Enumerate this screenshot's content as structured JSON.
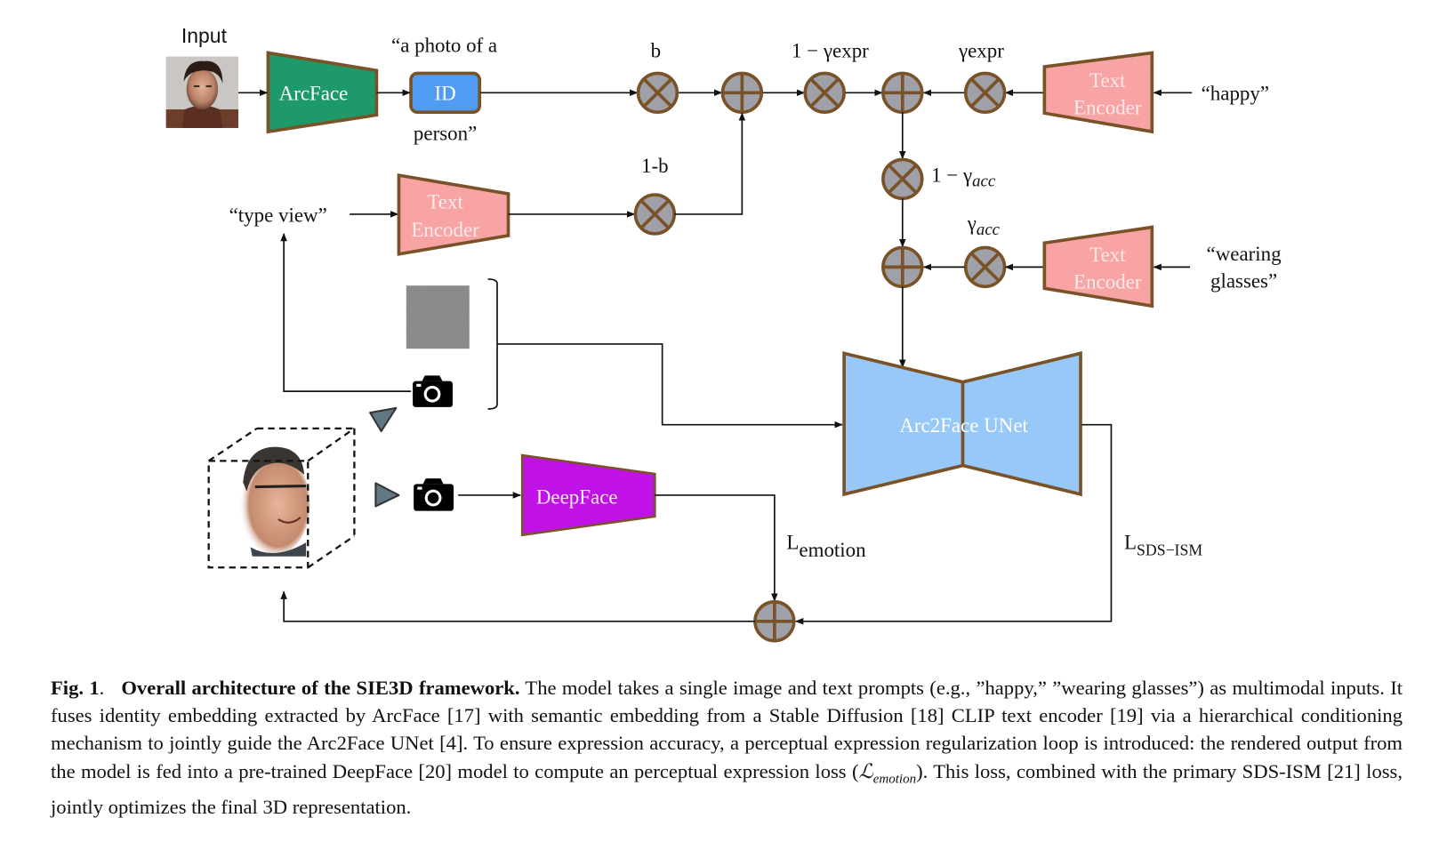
{
  "figure": {
    "input_label": "Input",
    "id_prompt_top": "“a photo of a",
    "id_prompt_bottom": "person”",
    "arcface_label": "ArcFace",
    "id_label": "ID",
    "weight_b": "b",
    "weight_1mb": "1-b",
    "weight_1m_gamma_expr": "1 − γexpr",
    "weight_gamma_expr": "γexpr",
    "weight_1m_gamma_acc_prefix": "1 − γ",
    "weight_gamma_acc_prefix": "γ",
    "acc_subscript": "acc",
    "text_encoder_line1": "Text",
    "text_encoder_line2": "Encoder",
    "prompt_type_view": "“type view”",
    "prompt_happy": "“happy”",
    "prompt_wearing_line1": "“wearing",
    "prompt_wearing_line2": "glasses”",
    "unet_label": "Arc2Face UNet",
    "deepface_label": "DeepFace",
    "loss_emotion_main": "L",
    "loss_emotion_sub": "emotion",
    "loss_sds_main": "L",
    "loss_sds_sub": "SDS−ISM",
    "colors": {
      "arcface": "#1e9a6a",
      "id_box": "#4f9cf2",
      "text_encoder": "#f9a4a4",
      "unet": "#98c8f7",
      "deepface": "#c012e6",
      "operator": "#a0a0a8",
      "outline": "#7a5228",
      "camera_marker": "#5f7884"
    }
  },
  "caption": {
    "fig_number": "Fig. 1",
    "title": "Overall architecture of the SIE3D framework.",
    "text_part1": " The model takes a single image and text prompts (e.g., ”happy,” ”wearing glasses”) as multimodal inputs. It fuses identity embedding extracted by ArcFace [17] with semantic embedding from a Stable Diffusion [18] CLIP text encoder [19] via a hierarchical conditioning mechanism to jointly guide the Arc2Face UNet [4]. To ensure expression accuracy, a perceptual expression regularization loop is introduced: the rendered output from the model is fed into a pre-trained DeepFace [20] model to compute an perceptual expression loss (",
    "loss_symbol": "ℒ",
    "loss_subscript": "emotion",
    "text_part2": "). This loss, combined with the primary SDS-ISM [21] loss, jointly optimizes the final 3D representation."
  }
}
